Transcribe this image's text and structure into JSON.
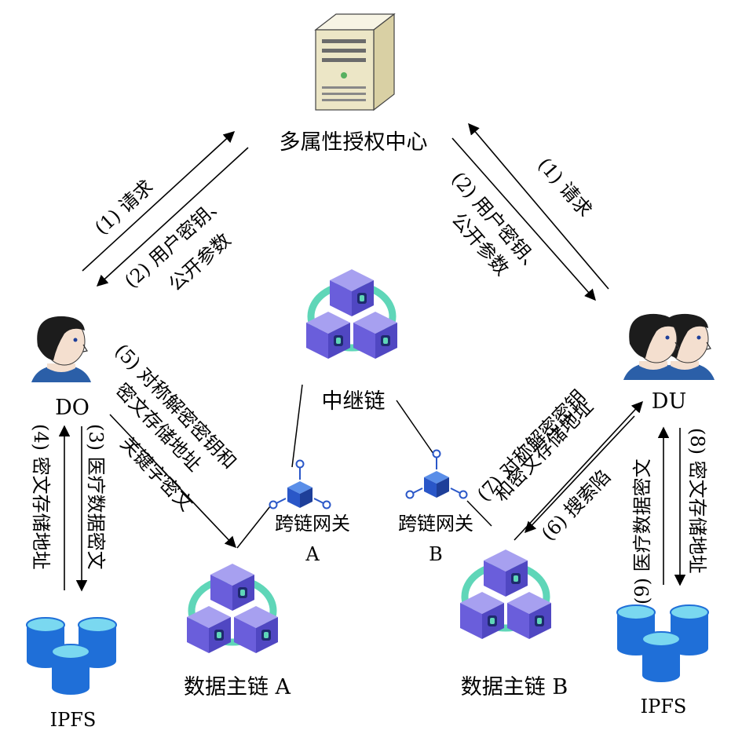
{
  "nodes": {
    "authority": "多属性授权中心",
    "do": "DO",
    "du": "DU",
    "relay_chain": "中继链",
    "gateway_a_name": "跨链网关",
    "gateway_a_letter": "A",
    "gateway_b_name": "跨链网关",
    "gateway_b_letter": "B",
    "main_chain_a": "数据主链 A",
    "main_chain_b": "数据主链 B",
    "ipfs_left": "IPFS",
    "ipfs_right": "IPFS"
  },
  "edges": {
    "do_request": "(1) 请求",
    "do_key_line1": "(2) 用户密钥、",
    "do_key_line2": "公开参数",
    "du_request": "(1) 请求",
    "du_key_line1": "(2) 用户密钥、",
    "du_key_line2": "公开参数",
    "do_chain_line1": "(5) 对称解密密钥和",
    "do_chain_line2": "密文存储地址",
    "do_chain_line3": "关键字密文",
    "do_ipfs_upload": "(3) 医疗数据密文",
    "do_ipfs_address": "(4) 密文存储地址",
    "du_chain_line1": "(7) 对称解密密钥",
    "du_chain_line2": "和密文存储地址",
    "du_trapdoor": "(6) 搜索陷",
    "du_ipfs_data": "(9) 医疗数据密文",
    "du_ipfs_address": "(8) 密文存储地址"
  },
  "colors": {
    "cube_top": "#a7a0f0",
    "cube_left": "#6a5edb",
    "cube_right": "#5047c2",
    "connector": "#5fd6b8",
    "db_top": "#7ad8f0",
    "db_side": "#1f6fd8",
    "skin": "#f4dfcf",
    "hair": "#1c1c1c",
    "shirt": "#2b5fa8"
  }
}
